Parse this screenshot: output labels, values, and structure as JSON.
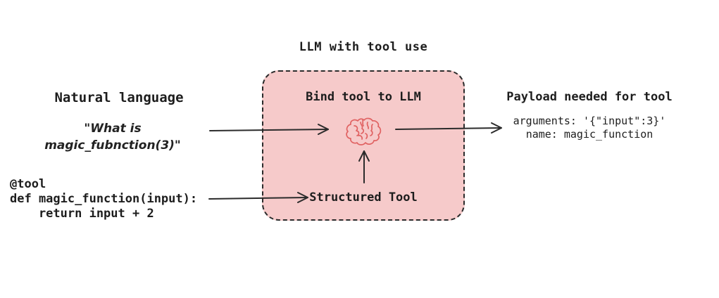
{
  "title": "LLM with tool use",
  "left": {
    "heading": "Natural language",
    "quote": "\"What is magic_fubnction(3)\"",
    "code": "@tool\ndef magic_function(input):\n    return input + 2"
  },
  "box": {
    "heading": "Bind tool to LLM",
    "tool_label": "Structured Tool",
    "icon": "brain-icon"
  },
  "right": {
    "heading": "Payload needed for tool",
    "payload_lines": [
      "arguments: '{\"input\":3}'",
      "name: magic_function"
    ]
  },
  "colors": {
    "box_fill": "#f6caca",
    "box_border": "#2b2b2b",
    "brain_stroke": "#e06262",
    "arrow": "#2b2b2b",
    "text": "#1d1d1d",
    "background": "#ffffff"
  }
}
